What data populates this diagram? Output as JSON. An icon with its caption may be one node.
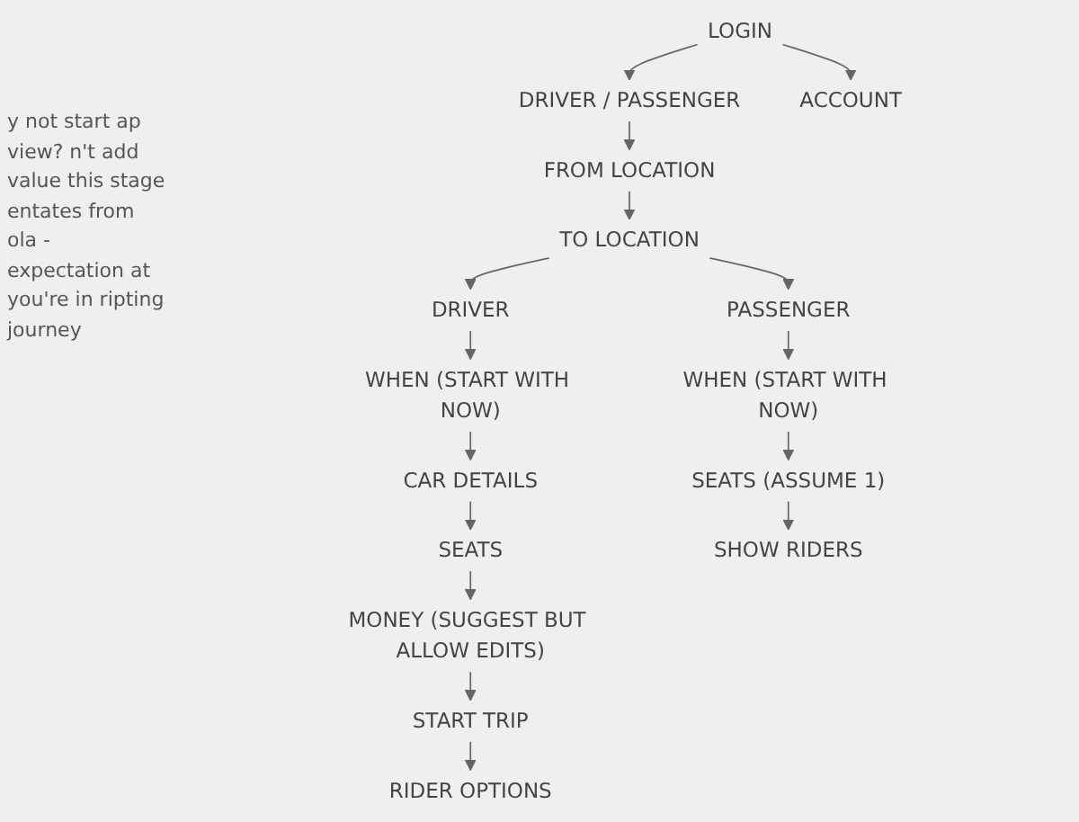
{
  "diagram": {
    "nodes": [
      {
        "text": [
          "LOGIN"
        ]
      },
      {
        "text": [
          "DRIVER / PASSENGER"
        ]
      },
      {
        "text": [
          "ACCOUNT"
        ]
      },
      {
        "text": [
          "FROM LOCATION"
        ]
      },
      {
        "text": [
          "TO LOCATION"
        ]
      },
      {
        "text": [
          "DRIVER"
        ]
      },
      {
        "text": [
          "WHEN (START WITH NOW)"
        ]
      },
      {
        "text": [
          "CAR DETAILS"
        ]
      },
      {
        "text": [
          "SEATS"
        ]
      },
      {
        "text": [
          "MONEY (SUGGEST BUT ALLOW EDITS)"
        ]
      },
      {
        "text": [
          "START TRIP"
        ]
      },
      {
        "text": [
          "RIDER OPTIONS"
        ]
      },
      {
        "text": [
          "PASSENGER"
        ]
      },
      {
        "text": [
          "WHEN (START WITH NOW)"
        ]
      },
      {
        "text": [
          "SEATS (ASSUME 1)"
        ]
      },
      {
        "text": [
          "SHOW RIDERS"
        ]
      }
    ],
    "edges": [
      {
        "from": 0,
        "to": 1,
        "arrow": "to"
      },
      {
        "from": 0,
        "to": 2,
        "arrow": "to"
      },
      {
        "from": 1,
        "to": 3,
        "arrow": "to"
      },
      {
        "from": 3,
        "to": 4,
        "arrow": "to"
      },
      {
        "from": 4,
        "to": 5,
        "arrow": "to"
      },
      {
        "from": 4,
        "to": 12,
        "arrow": "to"
      },
      {
        "from": 5,
        "to": 6,
        "arrow": "to"
      },
      {
        "from": 6,
        "to": 7,
        "arrow": "to"
      },
      {
        "from": 7,
        "to": 8,
        "arrow": "to"
      },
      {
        "from": 8,
        "to": 9,
        "arrow": "to"
      },
      {
        "from": 9,
        "to": 10,
        "arrow": "to"
      },
      {
        "from": 10,
        "to": 11,
        "arrow": "to"
      },
      {
        "from": 12,
        "to": 13,
        "arrow": "to"
      },
      {
        "from": 13,
        "to": 14,
        "arrow": "to"
      },
      {
        "from": 14,
        "to": 15,
        "arrow": "to"
      }
    ],
    "labels": [
      "y not start ap view? n't add value this stage entates from ola - expectation at you're in ripting journey"
    ]
  }
}
